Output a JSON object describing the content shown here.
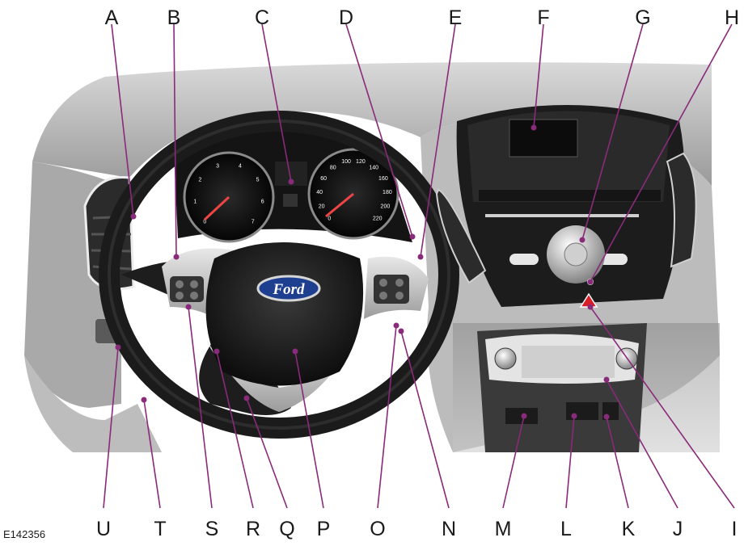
{
  "figure_ref": "E142356",
  "badge_text": "Ford",
  "colors": {
    "leader": "#8a2a7a",
    "hazard": "#d8202a",
    "badge": "#1e3f8f"
  },
  "callouts": [
    {
      "letter": "A"
    },
    {
      "letter": "B"
    },
    {
      "letter": "C"
    },
    {
      "letter": "D"
    },
    {
      "letter": "E"
    },
    {
      "letter": "F"
    },
    {
      "letter": "G"
    },
    {
      "letter": "H"
    },
    {
      "letter": "I"
    },
    {
      "letter": "J"
    },
    {
      "letter": "K"
    },
    {
      "letter": "L"
    },
    {
      "letter": "M"
    },
    {
      "letter": "N"
    },
    {
      "letter": "O"
    },
    {
      "letter": "P"
    },
    {
      "letter": "Q"
    },
    {
      "letter": "R"
    },
    {
      "letter": "S"
    },
    {
      "letter": "T"
    },
    {
      "letter": "U"
    }
  ],
  "tach_ticks": [
    "0",
    "1",
    "2",
    "3",
    "4",
    "5",
    "6",
    "7"
  ],
  "speedo_ticks": [
    "0",
    "20",
    "40",
    "60",
    "80",
    "100",
    "120",
    "140",
    "160",
    "180",
    "200",
    "220"
  ]
}
